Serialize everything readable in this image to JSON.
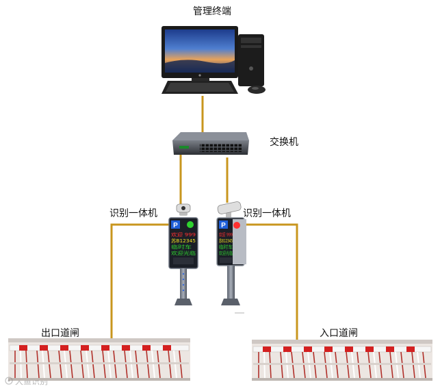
{
  "labels": {
    "management_terminal": "管理终端",
    "switch": "交换机",
    "recognizer_left": "识别一体机",
    "recognizer_right": "识别一体机",
    "exit_gate": "出口道闸",
    "entry_gate": "入口道闸",
    "watermark": "大鱼识别"
  },
  "display_left": {
    "p_symbol": "P",
    "line1": "欢迎 999",
    "line2": "苏B12345",
    "line3": "临时车",
    "line4": "欢迎光临"
  },
  "display_right": {
    "p_symbol": "P",
    "line1": "欢迎 999",
    "line2": "苏B12345",
    "line3": "临时车",
    "line4": "欢迎光临"
  },
  "colors": {
    "cable": "#c8961e",
    "led_green": "#2fd12f",
    "led_red": "#ff3030",
    "led_yellow": "#f0e020",
    "p_blue": "#1f5fd8",
    "barrier_red": "#d42020"
  }
}
